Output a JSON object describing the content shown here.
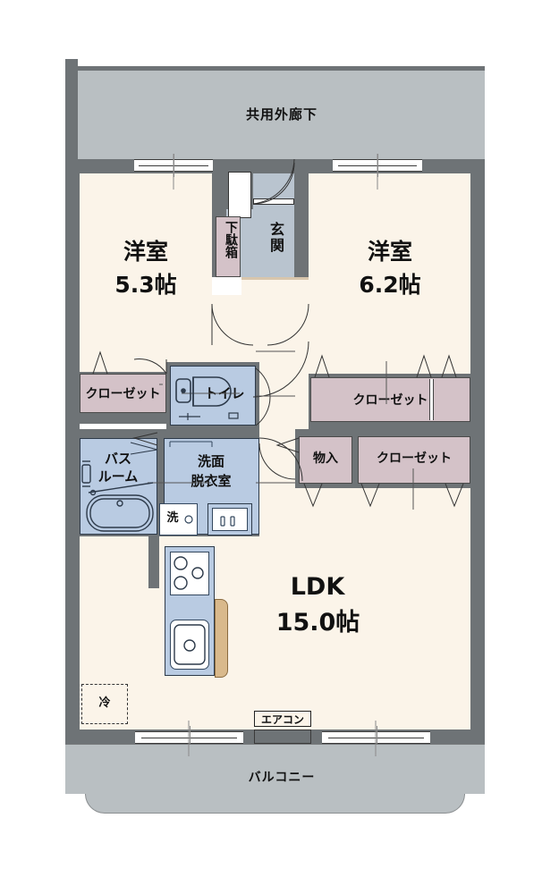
{
  "plan": {
    "type": "japanese-apartment-floor-plan",
    "units": "帖 (jo / tatami mats)",
    "corridor": {
      "label": "共用外廊下"
    },
    "balcony": {
      "label": "バルコニー"
    },
    "rooms": [
      {
        "name": "western-room-left",
        "label": "洋室",
        "size": "5.3帖"
      },
      {
        "name": "western-room-right",
        "label": "洋室",
        "size": "6.2帖"
      },
      {
        "name": "ldk",
        "label": "LDK",
        "size": "15.0帖"
      }
    ],
    "entry": {
      "genkan": "玄関",
      "shoe_cabinet": "下駄箱"
    },
    "wet_areas": [
      {
        "name": "bath",
        "label": "バスルーム",
        "line1": "バス",
        "line2": "ルーム"
      },
      {
        "name": "washroom",
        "label": "洗面脱衣室",
        "line1": "洗面",
        "line2": "脱衣室"
      },
      {
        "name": "toilet",
        "label": "トイレ"
      },
      {
        "name": "washer",
        "label": "洗"
      }
    ],
    "storage": [
      {
        "name": "closet-left-bedroom",
        "label": "クローゼット"
      },
      {
        "name": "closet-right-bedroom",
        "label": "クローゼット"
      },
      {
        "name": "closet-ldk",
        "label": "クローゼット"
      },
      {
        "name": "monoire",
        "label": "物入"
      }
    ],
    "appliances": [
      {
        "name": "refrigerator",
        "label": "冷"
      },
      {
        "name": "air-conditioner",
        "label": "エアコン"
      }
    ],
    "colors": {
      "wall": "#6e7376",
      "room_floor": "#fbf4e9",
      "corridor": "#b9bfc2",
      "balcony": "#b9bfc2",
      "closet": "#d4c2c8",
      "wet_area": "#b9cbe2",
      "genkan": "#b9c4cf",
      "wood_counter": "#d9b98c",
      "text": "#111111"
    }
  }
}
